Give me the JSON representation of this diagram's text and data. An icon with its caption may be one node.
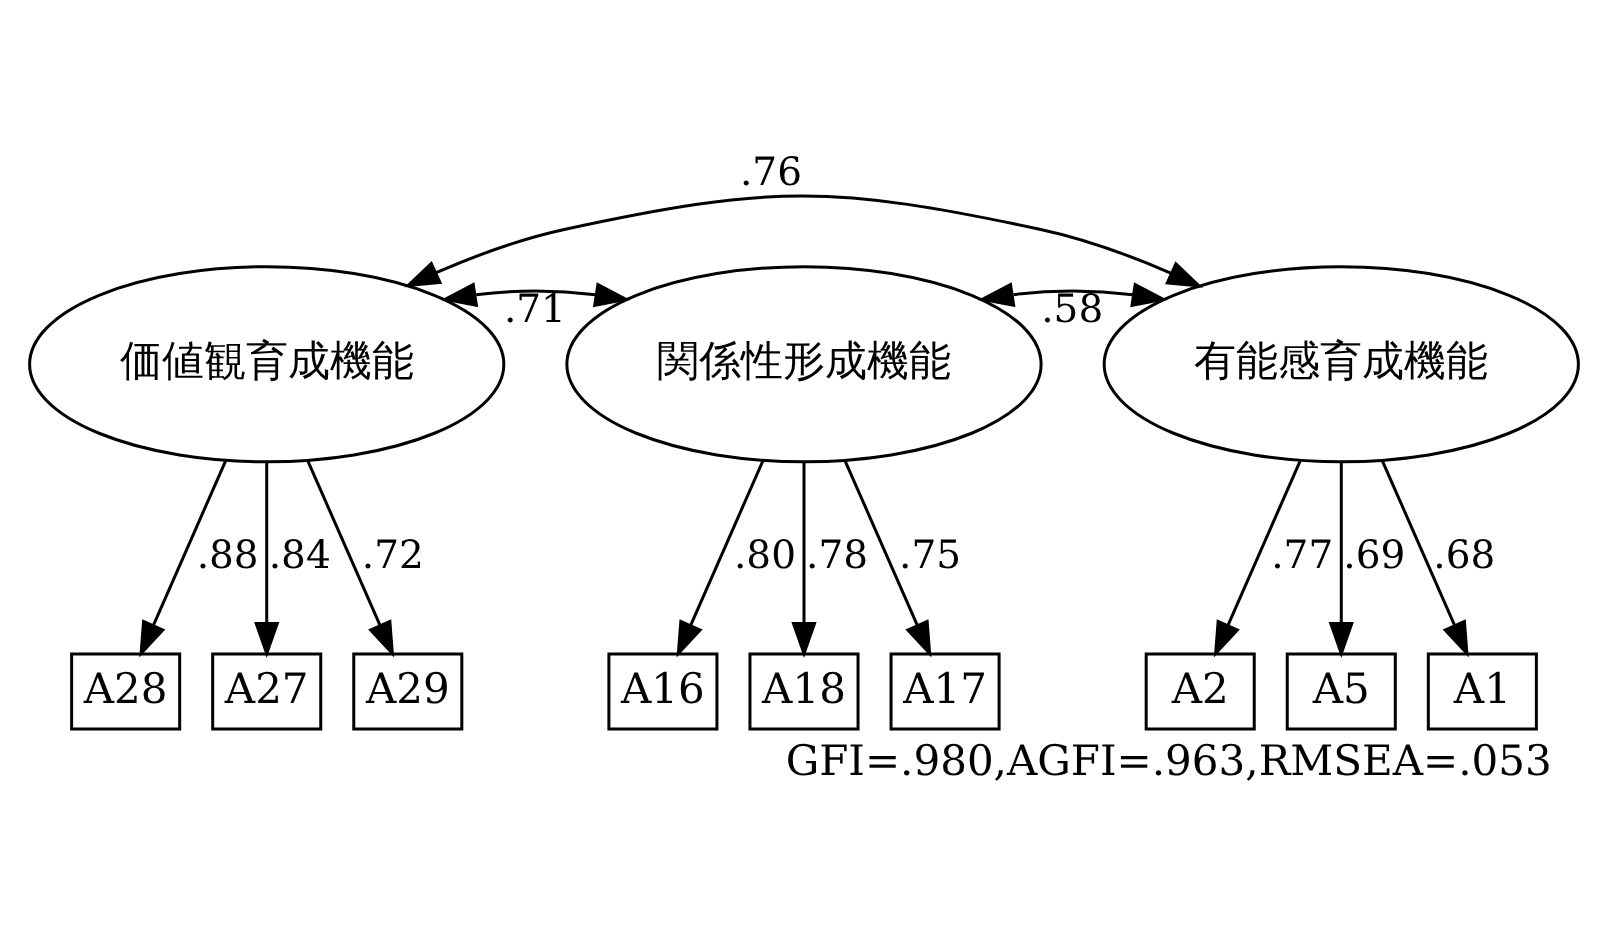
{
  "diagram": {
    "caption": "GFI=.980,AGFI=.963,RMSEA=.053",
    "nodes": [
      {
        "text": [
          "価値観育成機能"
        ]
      },
      {
        "text": [
          "関係性形成機能"
        ]
      },
      {
        "text": [
          "有能感育成機能"
        ]
      },
      {
        "text": [
          "A28"
        ]
      },
      {
        "text": [
          "A27"
        ]
      },
      {
        "text": [
          "A29"
        ]
      },
      {
        "text": [
          "A16"
        ]
      },
      {
        "text": [
          "A18"
        ]
      },
      {
        "text": [
          "A17"
        ]
      },
      {
        "text": [
          "A2"
        ]
      },
      {
        "text": [
          "A5"
        ]
      },
      {
        "text": [
          "A1"
        ]
      }
    ],
    "edges": [
      {
        "from": 0,
        "to": 2,
        "arrow": "both",
        "label": ".76"
      },
      {
        "from": 0,
        "to": 1,
        "arrow": "both",
        "label": ".71"
      },
      {
        "from": 1,
        "to": 2,
        "arrow": "both",
        "label": ".58"
      },
      {
        "from": 0,
        "to": 3,
        "arrow": "to",
        "label": ".88"
      },
      {
        "from": 0,
        "to": 4,
        "arrow": "to",
        "label": ".84"
      },
      {
        "from": 0,
        "to": 5,
        "arrow": "to",
        "label": ".72"
      },
      {
        "from": 1,
        "to": 6,
        "arrow": "to",
        "label": ".80"
      },
      {
        "from": 1,
        "to": 7,
        "arrow": "to",
        "label": ".78"
      },
      {
        "from": 1,
        "to": 8,
        "arrow": "to",
        "label": ".75"
      },
      {
        "from": 2,
        "to": 9,
        "arrow": "to",
        "label": ".77"
      },
      {
        "from": 2,
        "to": 10,
        "arrow": "to",
        "label": ".69"
      },
      {
        "from": 2,
        "to": 11,
        "arrow": "to",
        "label": ".68"
      }
    ]
  }
}
